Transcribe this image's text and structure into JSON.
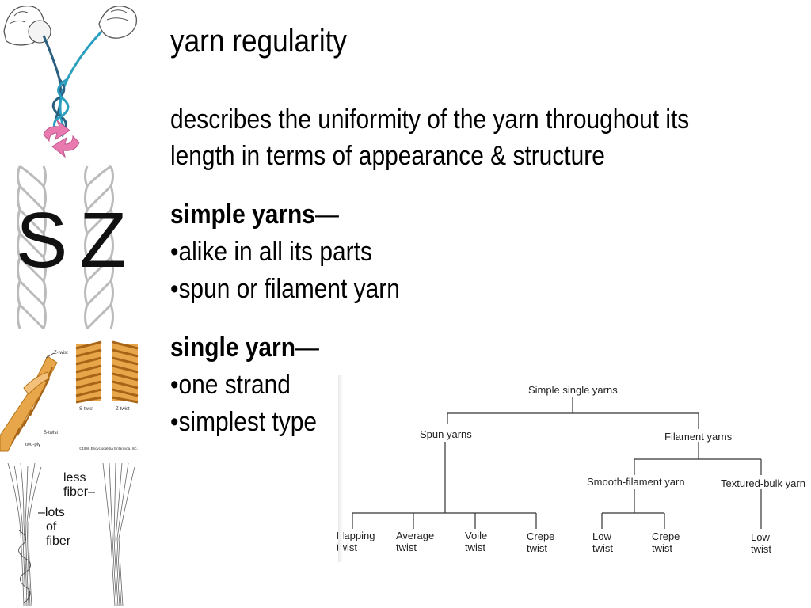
{
  "slide": {
    "title": "yarn regularity",
    "description": "describes the uniformity of the yarn throughout its length in terms of appearance & structure",
    "sections": [
      {
        "heading": "simple yarns",
        "dash": "—",
        "bullets": [
          "•alike in all its parts",
          "•spun or filament yarn"
        ]
      },
      {
        "heading": "single yarn",
        "dash": "—",
        "bullets": [
          "•one strand",
          "•simplest type"
        ]
      }
    ]
  },
  "images": {
    "twist_hands": {
      "icon": "twisting-hands-illustration"
    },
    "sz_twist": {
      "icon": "s-z-twist-illustration",
      "s_label": "S",
      "z_label": "Z"
    },
    "ply_diagram": {
      "icon": "two-ply-yarn-illustration",
      "labels": {
        "z_twist": "Z-twist",
        "s_twist_strand": "S-twist",
        "two_ply": "two-ply",
        "s_twist": "S-twist",
        "z_twist_2": "Z-twist",
        "credit": "©1998 Encyclopædia Britannica, Inc."
      }
    },
    "fiber_diagram": {
      "icon": "fiber-strand-illustration",
      "less_fiber": "less\nfiber",
      "lots_of_fiber": "lots\nof\nfiber",
      "dash_top": "—",
      "dash_bottom": "–"
    }
  },
  "tree": {
    "root": "Simple single yarns",
    "spun": "Spun yarns",
    "filament": "Filament yarns",
    "smooth": "Smooth-filament yarn",
    "textured": "Textured-bulk yarn",
    "leaves": {
      "napping": [
        "Napping",
        "twist"
      ],
      "average": [
        "Average",
        "twist"
      ],
      "voile": [
        "Voile",
        "twist"
      ],
      "crepe1": [
        "Crepe",
        "twist"
      ],
      "low1": [
        "Low",
        "twist"
      ],
      "crepe2": [
        "Crepe",
        "twist"
      ],
      "low2": [
        "Low",
        "twist"
      ]
    }
  }
}
